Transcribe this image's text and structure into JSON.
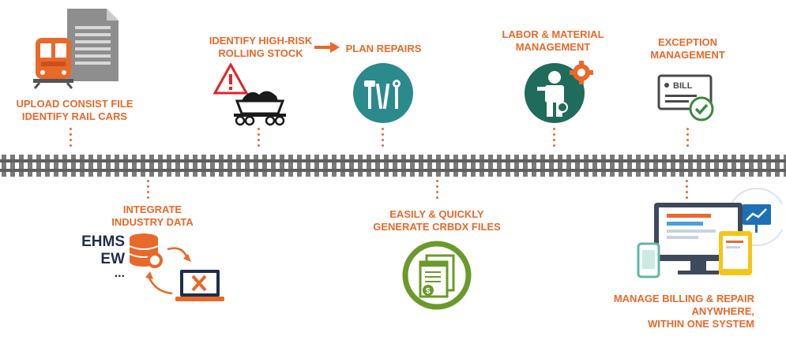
{
  "steps": {
    "upload": {
      "line1": "UPLOAD CONSIST FILE",
      "line2": "IDENTIFY RAIL CARS"
    },
    "identify": {
      "line1": "IDENTIFY HIGH-RISK",
      "line2": "ROLLING STOCK"
    },
    "plan": {
      "line1": "PLAN REPAIRS"
    },
    "labor": {
      "line1": "LABOR & MATERIAL",
      "line2": "MANAGEMENT"
    },
    "exception": {
      "line1": "EXCEPTION",
      "line2": "MANAGEMENT"
    },
    "integrate": {
      "line1": "INTEGRATE",
      "line2": "INDUSTRY DATA"
    },
    "generate": {
      "line1": "EASILY & QUICKLY",
      "line2": "GENERATE CRBDX FILES"
    },
    "billing": {
      "line1": "MANAGE BILLING & REPAIR",
      "line2": "ANYWHERE,",
      "line3": "WITHIN ONE SYSTEM"
    }
  },
  "data_sources": {
    "line1": "EHMS",
    "line2": "EW",
    "line3": "..."
  },
  "bill_label": "BILL",
  "colors": {
    "accent": "#e8692a",
    "teal": "#2a8a8c",
    "green_dark": "#1f6b5c",
    "green": "#6a9a2a",
    "navy": "#1f2d4d",
    "track": "#6b6b6b"
  },
  "icons": {
    "upload": "train-document-icon",
    "identify": "warning-coal-car-icon",
    "plan": "tools-icon",
    "labor": "worker-gear-icon",
    "exception": "bill-check-icon",
    "integrate": "database-laptop-sync-icon",
    "generate": "dollar-documents-icon",
    "billing": "multi-device-chart-icon"
  }
}
